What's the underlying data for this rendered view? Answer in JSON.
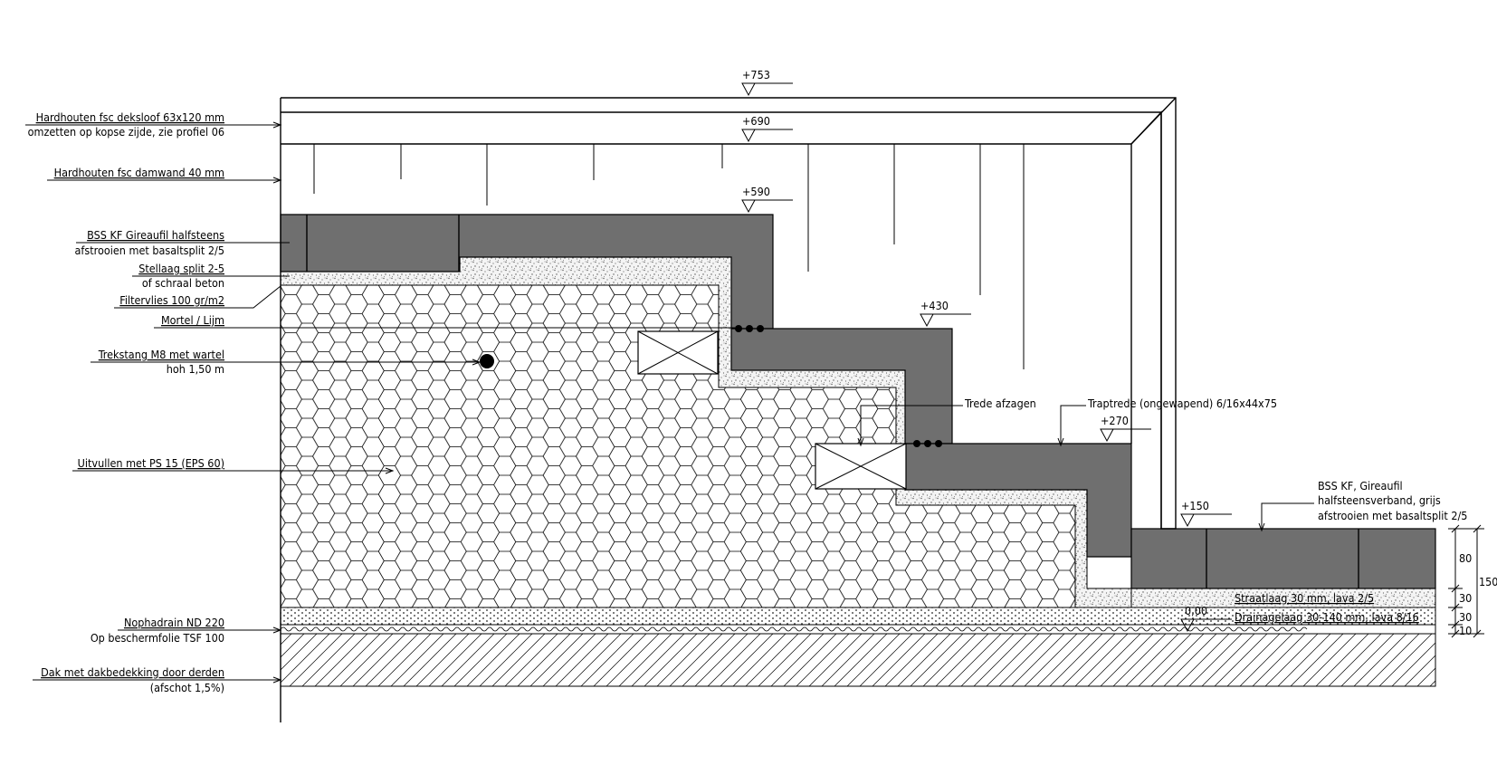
{
  "left_labels": {
    "deksloof_1": "Hardhouten fsc deksloof 63x120 mm",
    "deksloof_2": "omzetten op kopse zijde, zie profiel 06",
    "damwand": "Hardhouten fsc damwand 40 mm",
    "bss_1": "BSS KF Gireaufil halfsteens",
    "bss_2": "afstrooien met basaltsplit 2/5",
    "stellaag_1": "Stellaag split 2-5",
    "stellaag_2": "of schraal beton",
    "filtervlies": "Filtervlies 100 gr/m2",
    "mortel": "Mortel / Lijm",
    "trekstang_1": "Trekstang M8 met wartel",
    "trekstang_2": "hoh 1,50 m",
    "uitvullen": "Uitvullen met PS 15 (EPS 60)",
    "nophadrain_1": "Nophadrain ND 220",
    "nophadrain_2": "Op beschermfolie TSF 100",
    "dak_1": "Dak met dakbedekking door derden",
    "dak_2": "(afschot 1,5%)"
  },
  "levels": {
    "l753": "+753",
    "l690": "+690",
    "l590": "+590",
    "l430": "+430",
    "l270": "+270",
    "l150": "+150",
    "l000": "0,00"
  },
  "right_labels": {
    "trede_afzagen": "Trede afzagen",
    "traptrede": "Traptrede (ongewapend) 6/16x44x75",
    "bss_kf_1": "BSS KF, Gireaufil",
    "bss_kf_2": "halfsteensverband, grijs",
    "bss_kf_3": "afstrooien met basaltsplit 2/5",
    "straatlaag": "Straatlaag 30 mm, lava 2/5",
    "drainagelaag": "Drainagelaag 30-140 mm, lava 8/16"
  },
  "dimensions": {
    "d80": "80",
    "d150": "150",
    "d30a": "30",
    "d30b": "30",
    "d10": "10"
  },
  "colors": {
    "step_fill": "#6f6f6f",
    "line": "#000000",
    "background": "#ffffff"
  }
}
